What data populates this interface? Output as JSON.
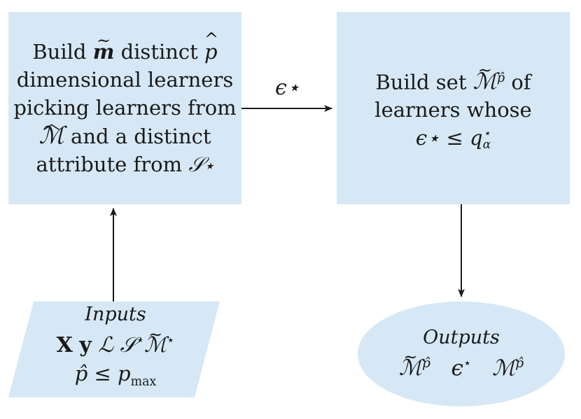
{
  "colors": {
    "node_fill": "#d6e8f5",
    "edge": "#1a1a1a",
    "text": "#1a1a1a"
  },
  "build_box": {
    "word_build": "Build",
    "m_tilde": "m",
    "word_distinct": "distinct",
    "p_hat": "p",
    "line2": "dimensional learners",
    "line3": "picking learners from",
    "M_hat": "ℳ",
    "line4_rest": "and a distinct",
    "line5_text": "attribute from",
    "S_star": "𝒮⋆"
  },
  "set_box": {
    "word_build_set": "Build set",
    "M_tilde": "ℳ",
    "sup_p_hat": "p̂",
    "word_of": "of",
    "line2": "learners whose",
    "eps_star": "ϵ⋆",
    "leq": "≤",
    "q": "q",
    "q_sup": "⋆",
    "q_sub": "α"
  },
  "edge_label": "ϵ⋆",
  "inputs": {
    "title": "Inputs",
    "X": "X",
    "y": "y",
    "L": "ℒ",
    "S": "𝒮",
    "S_sup": "⋆",
    "M": "ℳ",
    "M_sup": "⋆",
    "p_hat": "p̂",
    "leq": "≤",
    "p": "p",
    "p_sub": "max"
  },
  "outputs": {
    "title": "Outputs",
    "M_tilde": "ℳ",
    "M_tilde_sup": "p̂",
    "eps": "ϵ",
    "eps_sup": "⋆",
    "M": "ℳ",
    "M_sup": "p̂"
  }
}
